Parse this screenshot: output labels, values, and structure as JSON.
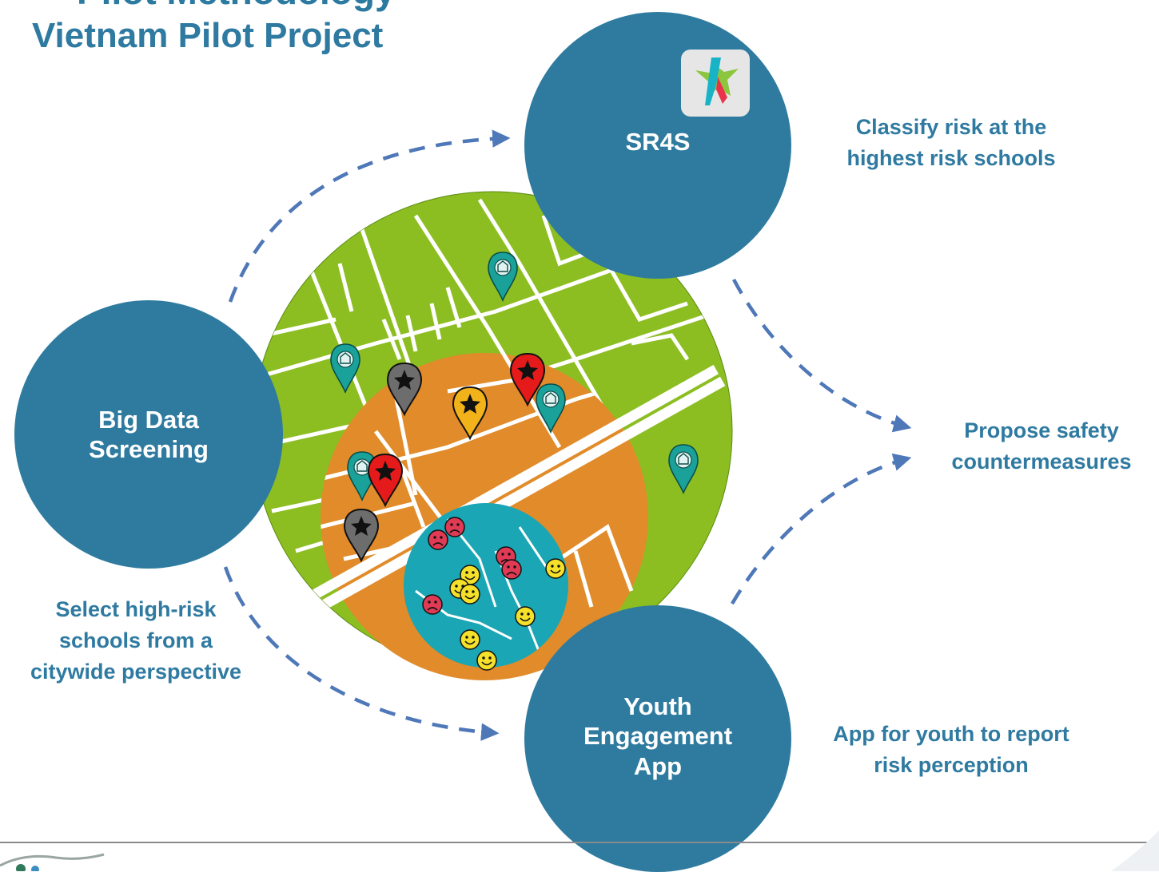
{
  "page": {
    "title_cut": "Pilot Methodology",
    "title": "Vietnam Pilot Project"
  },
  "nodes": {
    "sr4s": "SR4S",
    "screening_line1": "Big Data",
    "screening_line2": "Screening",
    "app_line1": "Youth",
    "app_line2": "Engagement",
    "app_line3": "App"
  },
  "notes": {
    "sr4s_line1": "Classify risk at the",
    "sr4s_line2": "highest risk schools",
    "propose_line1": "Propose safety",
    "propose_line2": "countermeasures",
    "select_line1": "Select high-risk",
    "select_line2": "schools from a",
    "select_line3": "citywide perspective",
    "app_line1": "App for youth to report",
    "app_line2": "risk perception"
  },
  "colors": {
    "node": "#2f7b9f",
    "text": "#2f7aa1",
    "arrow": "#4f78b8",
    "map_green": "#8cbe22",
    "map_orange": "#e18b2a",
    "map_teal": "#1aa6b4",
    "pin_red": "#e51a1a",
    "pin_grey": "#6d6d6d",
    "pin_yellow": "#f2b31a",
    "pin_teal": "#1aa29a",
    "face_happy": "#f5e02a",
    "face_sad": "#e03a55"
  },
  "icons": {
    "school_pin": "school-location-pin",
    "star_pin": "star-location-pin",
    "happy": "happy-face",
    "sad": "sad-face"
  }
}
